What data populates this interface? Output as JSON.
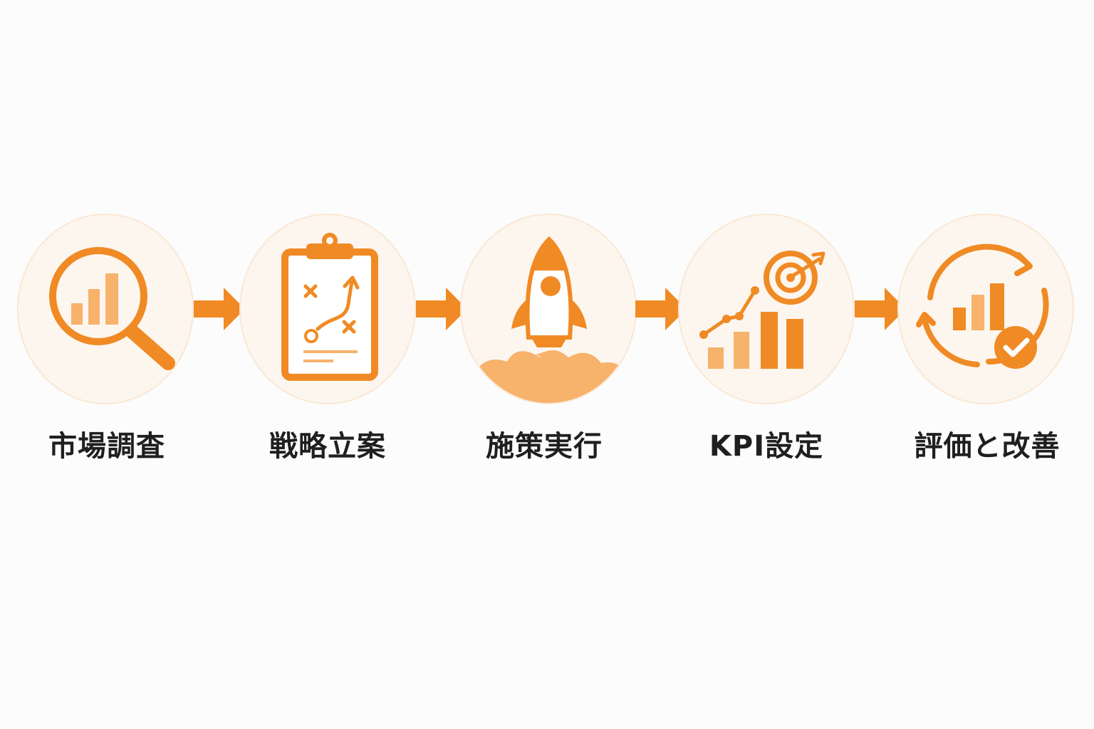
{
  "colors": {
    "accent": "#f08a24",
    "accent_light": "#f7b26b",
    "circle_bg": "#fcf6ef",
    "text": "#1f1f1f"
  },
  "steps": [
    {
      "label": "市場調査",
      "icon": "magnifier-bar-chart-icon"
    },
    {
      "label": "戦略立案",
      "icon": "clipboard-strategy-icon"
    },
    {
      "label": "施策実行",
      "icon": "rocket-launch-icon"
    },
    {
      "label": "KPI設定",
      "icon": "target-growth-chart-icon"
    },
    {
      "label": "評価と改善",
      "icon": "cycle-check-chart-icon"
    }
  ]
}
